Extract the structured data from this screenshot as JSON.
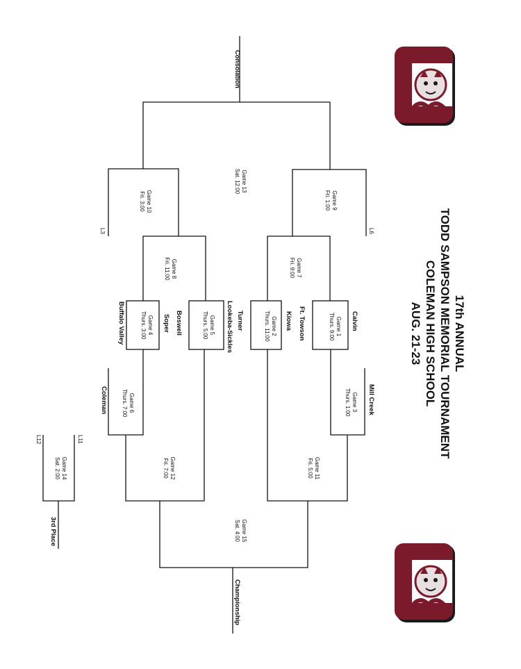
{
  "title_lines": [
    "17th ANNUAL",
    "TODD SAMPSON MEMORIAL TOURNAMENT",
    "COLEMAN HIGH SCHOOL",
    "AUG. 21-23"
  ],
  "teams": {
    "calvin": "Calvin",
    "ft_towson": "Ft. Towson",
    "kiowa": "Kiowa",
    "turner": "Turner",
    "lookeba_sickles": "Lookeba-Sickles",
    "boswell": "Boswell",
    "soper": "Soper",
    "buffalo_valley": "Buffalo Valley",
    "mill_creek": "Mill Creek",
    "coleman": "Coleman"
  },
  "games": {
    "g1": {
      "label": "Game 1",
      "time": "Thurs. 9:00"
    },
    "g2": {
      "label": "Game 2",
      "time": "Thurs. 11:00"
    },
    "g3": {
      "label": "Game 3",
      "time": "Thurs. 1:00"
    },
    "g4": {
      "label": "Game 4",
      "time": "Thurs. 3:00"
    },
    "g5": {
      "label": "Game 5",
      "time": "Thurs. 5:00"
    },
    "g6": {
      "label": "Game 6",
      "time": "Thurs. 7:00"
    },
    "g7": {
      "label": "Game 7",
      "time": "Fri. 9:00"
    },
    "g8": {
      "label": "Game 8",
      "time": "Fri. 11:00"
    },
    "g9": {
      "label": "Game 9",
      "time": "Fri. 1:00"
    },
    "g10": {
      "label": "Game 10",
      "time": "Fri. 3:00"
    },
    "g11": {
      "label": "Game 11",
      "time": "Fri. 5:00"
    },
    "g12": {
      "label": "Game 12",
      "time": "Fri. 7:00"
    },
    "g13": {
      "label": "Game 13",
      "time": "Sat. 12:00"
    },
    "g14": {
      "label": "Game 14",
      "time": "Sat. 2:00"
    },
    "g15": {
      "label": "Game 15",
      "time": "Sat. 4:00"
    }
  },
  "loser_slots": {
    "l6": "L6",
    "l3": "L3",
    "l11": "L11",
    "l12": "L12"
  },
  "results": {
    "consolation": "Consolation",
    "championship": "Championship",
    "third_place": "3rd Place"
  },
  "colors": {
    "logo_maroon": "#7a1a2b",
    "logo_dark": "#1a1a1a",
    "line": "#111111"
  },
  "logo_icon": "wildcat-mascot-logo"
}
